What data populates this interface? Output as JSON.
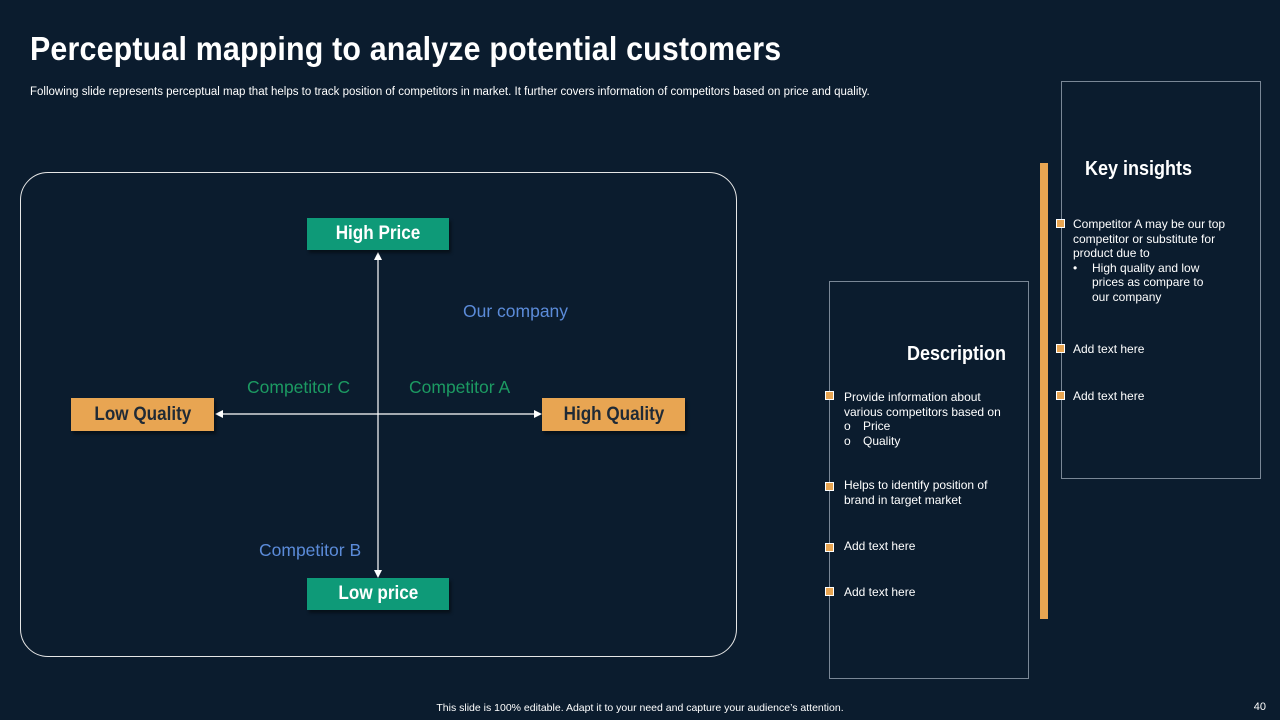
{
  "slide": {
    "title": "Perceptual mapping to analyze potential customers",
    "subtitle": "Following slide represents perceptual map that helps to track position of competitors in market. It further covers information of competitors based on price and quality.",
    "footer": "This slide is 100% editable.  Adapt it to your need and capture your audience’s attention.",
    "page_number": "40"
  },
  "map": {
    "top_label": "High Price",
    "bottom_label": "Low price",
    "left_label": "Low Quality",
    "right_label": "High Quality",
    "positions": [
      {
        "name": "Our company"
      },
      {
        "name": "Competitor C"
      },
      {
        "name": "Competitor A"
      },
      {
        "name": "Competitor B"
      }
    ]
  },
  "description": {
    "heading": "Description",
    "items": [
      {
        "text": "Provide information about various competitors based on",
        "subitems": [
          "Price",
          "Quality"
        ]
      },
      {
        "text": "Helps to identify position of brand in target market"
      },
      {
        "text": "Add text here"
      },
      {
        "text": "Add text here"
      }
    ]
  },
  "insights": {
    "heading": "Key insights",
    "items": [
      {
        "text": "Competitor A may be our top competitor or substitute for product due to",
        "subitems": [
          "High quality and low prices as compare to our company"
        ]
      },
      {
        "text": "Add text here"
      },
      {
        "text": "Add text here"
      }
    ]
  },
  "colors": {
    "background": "#0b1c2e",
    "green_box": "#0e9a78",
    "orange_box": "#e8a552",
    "blue_label": "#5b8bd9",
    "green_label": "#1c9a62"
  },
  "icons": {
    "bullet": "square-bullet-icon",
    "sub_bullet_description": "circle-bullet-icon",
    "sub_bullet_insights": "dot-bullet-icon"
  }
}
